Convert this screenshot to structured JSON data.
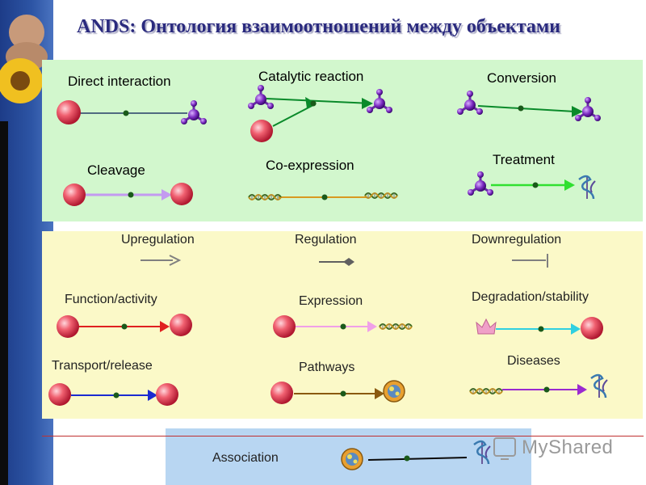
{
  "title": "ANDS: Онтология взаимоотношений между объектами",
  "relations": {
    "direct_interaction": "Direct interaction",
    "catalytic_reaction": "Catalytic reaction",
    "conversion": "Conversion",
    "cleavage": "Cleavage",
    "co_expression": "Co-expression",
    "treatment": "Treatment",
    "upregulation": "Upregulation",
    "regulation": "Regulation",
    "downregulation": "Downregulation",
    "function_activity": "Function/activity",
    "expression": "Expression",
    "degradation_stability": "Degradation/stability",
    "transport_release": "Transport/release",
    "pathways": "Pathways",
    "diseases": "Diseases",
    "association": "Association"
  },
  "watermark": "MyShared",
  "colors": {
    "title": "#2a2a7e",
    "green_panel": "#d2f7cd",
    "yellow_panel": "#fbf9c8",
    "blue_panel": "#b8d6f2",
    "protein_ball": "#e04050",
    "molecule": "#6a1fa8"
  }
}
